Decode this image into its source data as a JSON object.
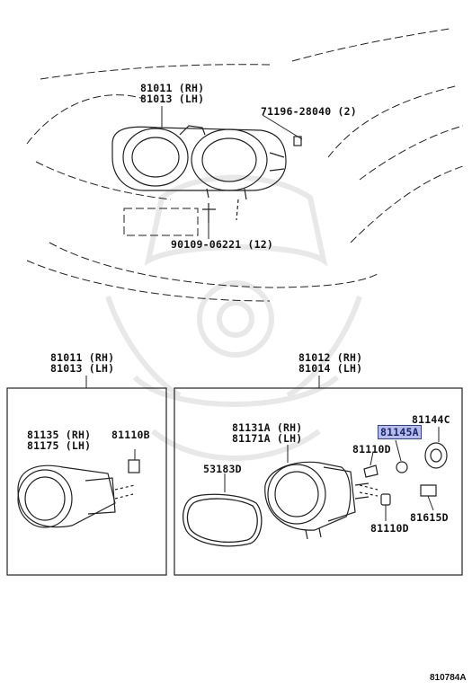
{
  "top": {
    "headlamp_rh": "81011 (RH)",
    "headlamp_lh": "81013 (LH)",
    "nut": "71196-28040 (2)",
    "clip": "90109-06221 (12)"
  },
  "left_box": {
    "header_rh": "81011 (RH)",
    "header_lh": "81013 (LH)",
    "unit_rh": "81135 (RH)",
    "unit_lh": "81175 (LH)",
    "bulb": "81110B"
  },
  "right_box": {
    "header_rh": "81012 (RH)",
    "header_lh": "81014 (LH)",
    "unit_rh": "81131A (RH)",
    "unit_lh": "81171A (LH)",
    "gasket": "53183D",
    "cap": "81144C",
    "bulb_highlighted": "81145A",
    "bulb_upper": "81110D",
    "socket": "81615D",
    "bulb_lower": "81110D"
  },
  "footer_code": "810784A",
  "highlight_color": "#b7bde8"
}
